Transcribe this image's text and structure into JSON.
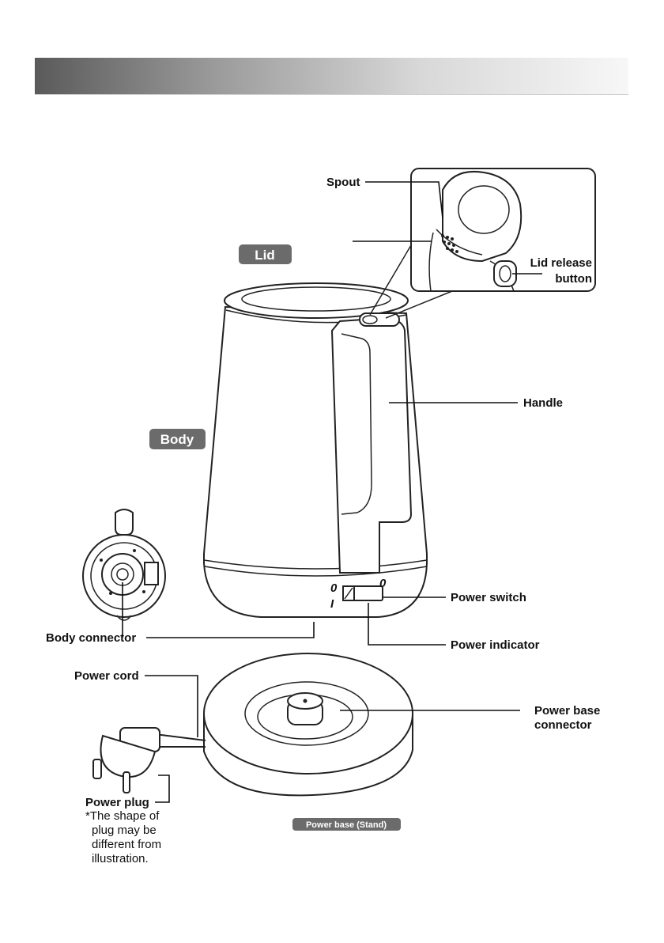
{
  "labels": {
    "spout": "Spout",
    "lid": "Lid",
    "lid_release_line1": "Lid release",
    "lid_release_line2": "button",
    "handle": "Handle",
    "body": "Body",
    "body_connector": "Body connector",
    "power_switch": "Power switch",
    "power_indicator": "Power indicator",
    "power_cord": "Power cord",
    "power_base_connector_line1": "Power base",
    "power_base_connector_line2": "connector",
    "power_plug": "Power plug",
    "power_base_stand": "Power base (Stand)"
  },
  "switch_marks": {
    "off_mark_left": "0",
    "off_mark_right": "0",
    "on_mark": "I"
  },
  "plug_note": [
    "*The shape of",
    "plug may be",
    "different from",
    "illustration."
  ]
}
